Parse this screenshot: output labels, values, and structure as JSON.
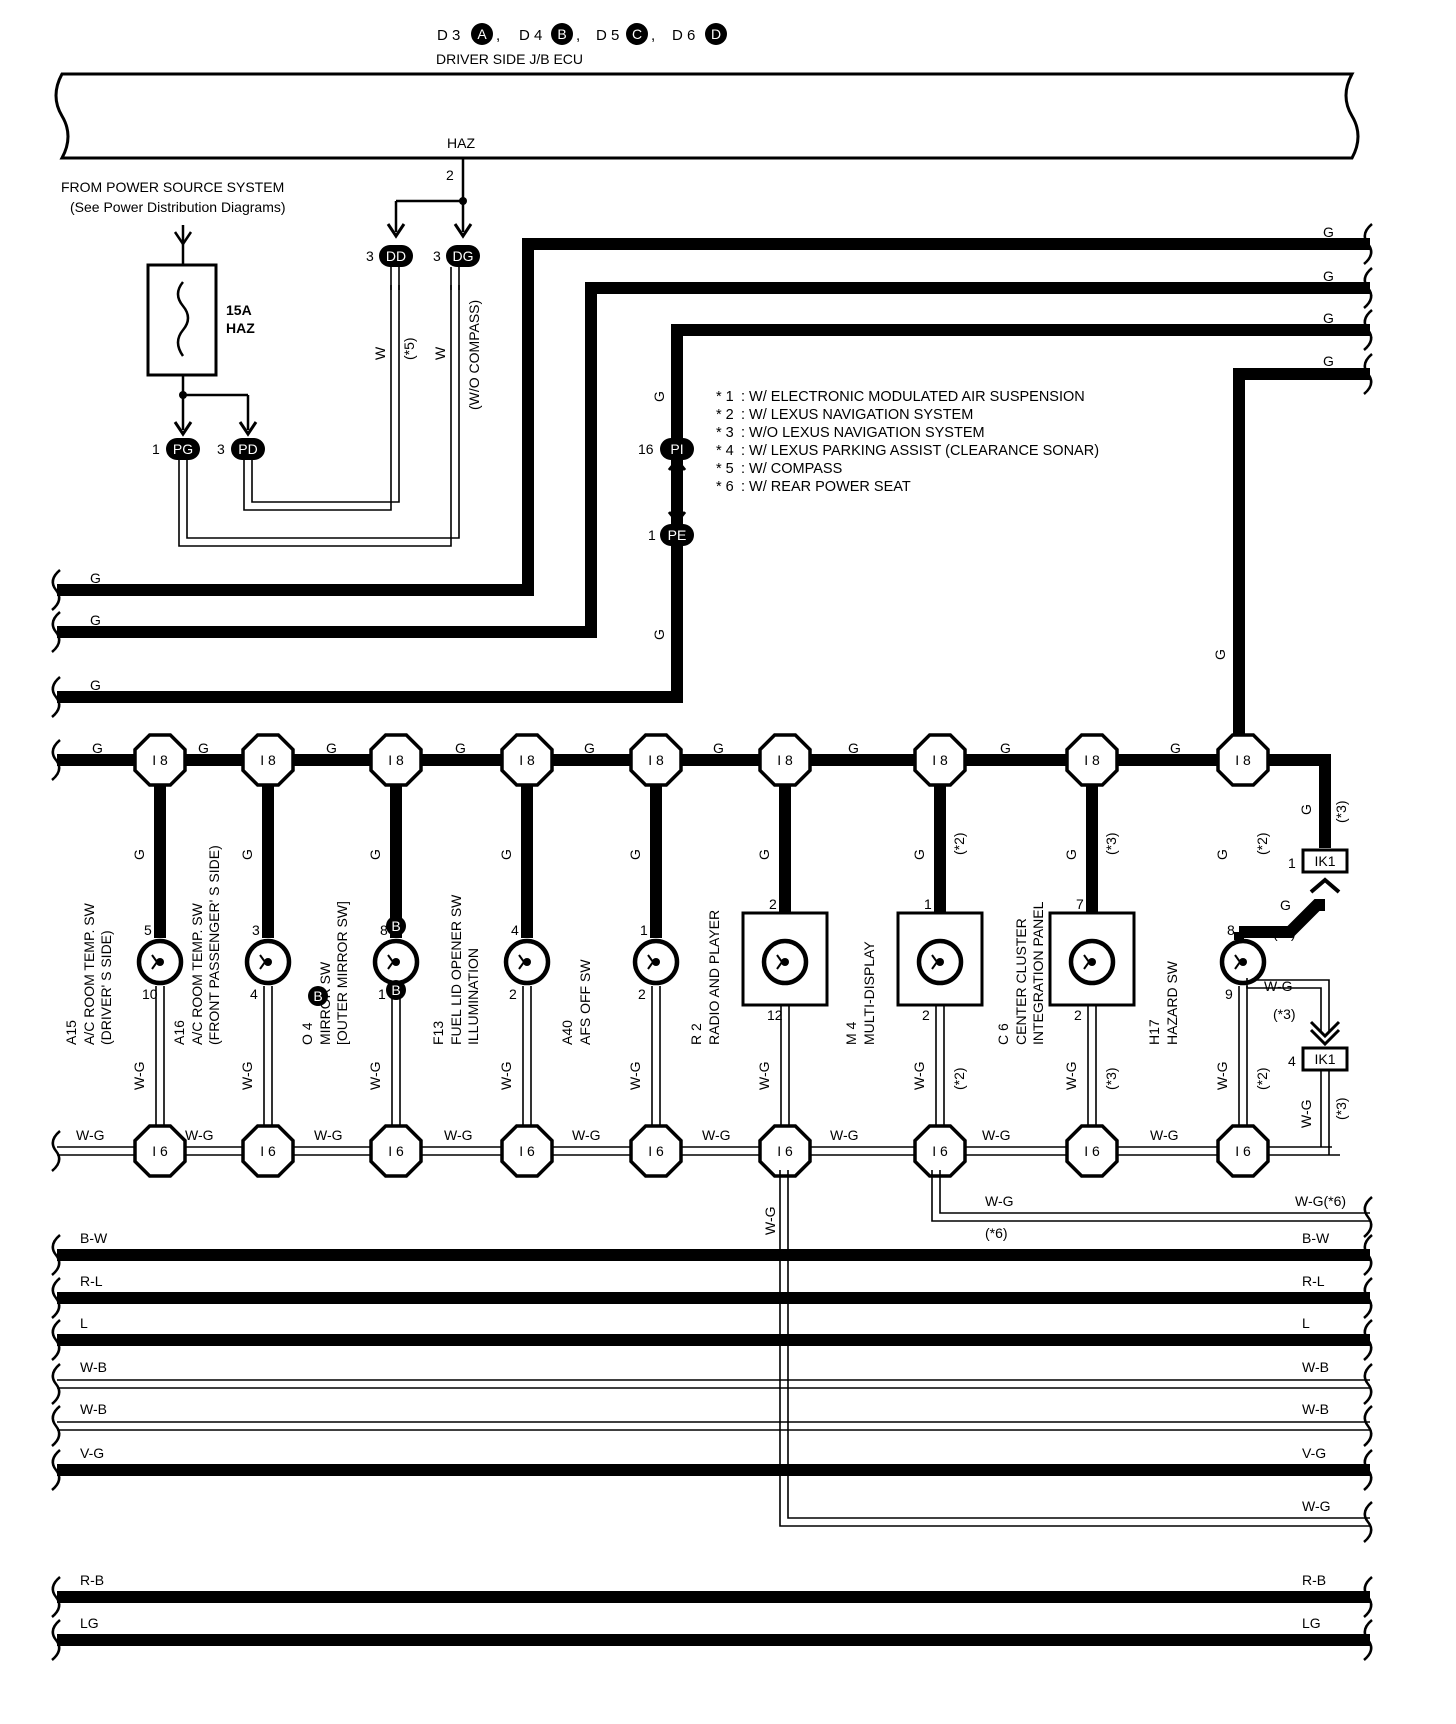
{
  "header": {
    "connectors": [
      {
        "name": "D 3",
        "letter": "A"
      },
      {
        "name": "D 4",
        "letter": "B"
      },
      {
        "name": "D 5",
        "letter": "C"
      },
      {
        "name": "D 6",
        "letter": "D"
      }
    ],
    "separator": ",",
    "ecu_label": "DRIVER SIDE J/B ECU",
    "haz_terminal": "HAZ",
    "haz_pin": "2"
  },
  "power_source": {
    "line1": "FROM POWER SOURCE SYSTEM",
    "line2": "(See Power Distribution Diagrams)",
    "fuse_rating": "15A",
    "fuse_name": "HAZ"
  },
  "junction_connectors": [
    {
      "id": "PG",
      "pin": "1"
    },
    {
      "id": "PD",
      "pin": "3"
    },
    {
      "id": "DD",
      "pin": "3"
    },
    {
      "id": "DG",
      "pin": "3"
    },
    {
      "id": "PI",
      "pin": "16"
    },
    {
      "id": "PE",
      "pin": "1"
    },
    {
      "id": "IK1",
      "pin": "1"
    },
    {
      "id": "IK1",
      "pin": "4"
    }
  ],
  "vertical_wire_labels": {
    "dd_color": "W",
    "dd_note": "(*5)",
    "dg_color": "W",
    "dg_note": "(W/O COMPASS)"
  },
  "notes": [
    {
      "mark": "* 1",
      "text": ": W/ ELECTRONIC MODULATED AIR SUSPENSION"
    },
    {
      "mark": "* 2",
      "text": ": W/ LEXUS NAVIGATION SYSTEM"
    },
    {
      "mark": "* 3",
      "text": ": W/O LEXUS NAVIGATION SYSTEM"
    },
    {
      "mark": "* 4",
      "text": ": W/ LEXUS PARKING ASSIST (CLEARANCE SONAR)"
    },
    {
      "mark": "* 5",
      "text": ": W/ COMPASS"
    },
    {
      "mark": "* 6",
      "text": ": W/ REAR POWER SEAT"
    }
  ],
  "bus_top_label": "I 8",
  "bus_bottom_label": "I 6",
  "wire_colors": {
    "green": "G",
    "white_green": "W-G",
    "white_green_6": "W-G(*6)"
  },
  "notes_markers": {
    "n2": "(*2)",
    "n3": "(*3)",
    "n6": "(*6)"
  },
  "components": [
    {
      "code": "A15",
      "name": "A/C ROOM TEMP. SW",
      "sub": "(DRIVER' S SIDE)",
      "pin_top": "5",
      "pin_bottom": "10",
      "top_note": "",
      "bottom_note": ""
    },
    {
      "code": "A16",
      "name": "A/C ROOM TEMP. SW",
      "sub": "(FRONT PASSENGER' S SIDE)",
      "pin_top": "3",
      "pin_bottom": "4",
      "top_note": "",
      "bottom_note": ""
    },
    {
      "code": "O 4",
      "name": "MIRROR SW",
      "sub": "[OUTER MIRROR SW]",
      "pin_top": "8",
      "pin_bottom": "1",
      "top_note": "",
      "bottom_note": "",
      "connector_letter": "B"
    },
    {
      "code": "F13",
      "name": "FUEL LID OPENER SW",
      "sub": "ILLUMINATION",
      "pin_top": "4",
      "pin_bottom": "2",
      "top_note": "",
      "bottom_note": ""
    },
    {
      "code": "A40",
      "name": "AFS OFF SW",
      "sub": "",
      "pin_top": "1",
      "pin_bottom": "2",
      "top_note": "",
      "bottom_note": ""
    },
    {
      "code": "R 2",
      "name": "RADIO AND PLAYER",
      "sub": "",
      "pin_top": "2",
      "pin_bottom": "12",
      "top_note": "",
      "bottom_note": ""
    },
    {
      "code": "M 4",
      "name": "MULTI-DISPLAY",
      "sub": "",
      "pin_top": "1",
      "pin_bottom": "2",
      "top_note": "(*2)",
      "bottom_note": "(*2)"
    },
    {
      "code": "C 6",
      "name": "CENTER CLUSTER",
      "sub": "INTEGRATION PANEL",
      "pin_top": "7",
      "pin_bottom": "2",
      "top_note": "(*3)",
      "bottom_note": "(*3)"
    },
    {
      "code": "H17",
      "name": "HAZARD SW",
      "sub": "",
      "pin_top": "8",
      "pin_bottom": "9",
      "top_note": "(*2)",
      "bottom_note": "(*2)"
    }
  ],
  "lower_wires": [
    {
      "color": "B-W"
    },
    {
      "color": "R-L"
    },
    {
      "color": "L"
    },
    {
      "color": "W-B"
    },
    {
      "color": "W-B"
    },
    {
      "color": "V-G"
    },
    {
      "color": "W-G"
    },
    {
      "color": "R-B"
    },
    {
      "color": "LG"
    }
  ]
}
